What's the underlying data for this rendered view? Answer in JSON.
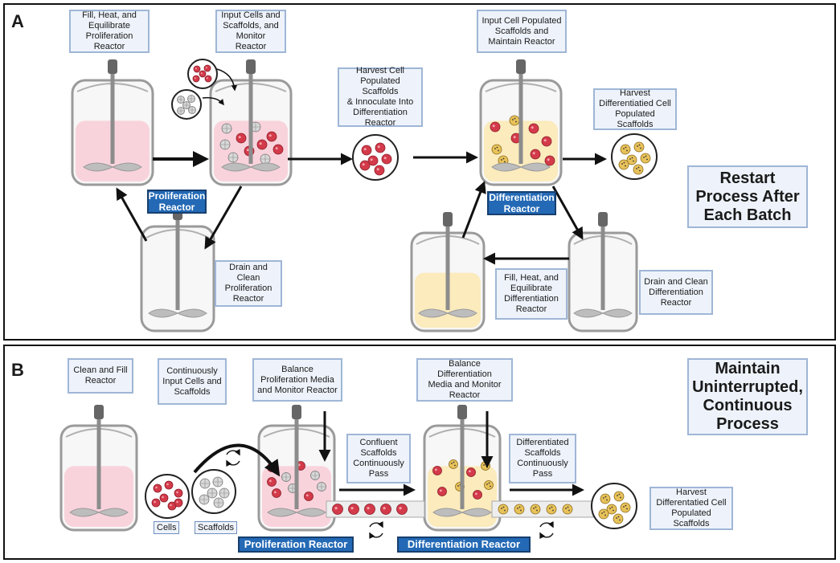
{
  "panel_a": {
    "letter": "A",
    "steps": {
      "fill": "Fill, Heat, and\nEquilibrate\nProliferation Reactor",
      "input": "Input Cells and\nScaffolds, and\nMonitor Reactor",
      "harvest_transfer": "Harvest Cell\nPopulated Scaffolds\n& Innoculate Into\nDifferentiation\nReactor",
      "input_maintain": "Input Cell Populated\nScaffolds and\nMaintain Reactor",
      "harvest_diff": "Harvest\nDifferentiatied Cell\nPopulated Scaffolds",
      "drain_prolif": "Drain and Clean\nProliferation\nReactor",
      "fill_diff": "Fill, Heat, and\nEquilibrate\nDifferentiation\nReactor",
      "drain_diff": "Drain and Clean\nDifferentiation\nReactor"
    },
    "restart": "Restart\nProcess After\nEach Batch",
    "tag_prolif": "Proliferation\nReactor",
    "tag_diff": "Differentiation\nReactor"
  },
  "panel_b": {
    "letter": "B",
    "steps": {
      "clean_fill": "Clean and Fill\nReactor",
      "continuous_input": "Continuously\nInput Cells and\nScaffolds",
      "balance_prolif": "Balance\nProliferation Media\nand Monitor Reactor",
      "balance_diff": "Balance Differentiation\nMedia and Monitor\nReactor",
      "confluent": "Confluent\nScaffolds\nContinuously\nPass",
      "differentiated": "Differentiated\nScaffolds\nContinuously\nPass",
      "harvest": "Harvest\nDifferentatied Cell\nPopulated Scaffolds"
    },
    "maintain": "Maintain\nUninterrupted,\nContinuous\nProcess",
    "cells_label": "Cells",
    "scaffolds_label": "Scaffolds",
    "tag_prolif": "Proliferation Reactor",
    "tag_diff": "Differentiation Reactor"
  },
  "colors": {
    "pink_media": "#f9d3dc",
    "yellow_media": "#fbebbd",
    "label_fill": "#eef3fb",
    "label_border": "#9fb6d6",
    "tag_blue": "#2369b5",
    "cell_red": "#d33a4a",
    "diff_cell": "#e8c25a"
  }
}
